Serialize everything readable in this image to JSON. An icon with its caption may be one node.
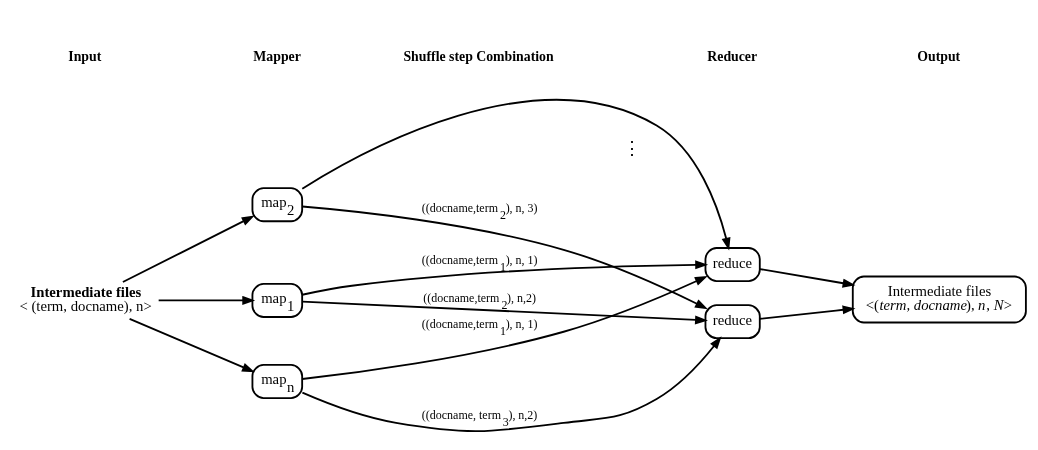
{
  "diagram": {
    "nodes": [
      {
        "text": [
          "Intermediate files",
          "< (term, docname), n>"
        ]
      },
      {
        "text": [
          "map$_{1}$"
        ]
      },
      {
        "text": [
          "map$_{2}$"
        ]
      },
      {
        "text": [
          "map$_{n}$"
        ]
      },
      {
        "text": [
          "reduce"
        ]
      },
      {
        "text": [
          "reduce"
        ]
      },
      {
        "text": [
          "Intermediate files",
          "<(*term, docname*), *n*, *N*>"
        ]
      }
    ],
    "edges": [
      {
        "from": 0,
        "to": 1,
        "arrow": "to"
      },
      {
        "from": 0,
        "to": 2,
        "arrow": "to"
      },
      {
        "from": 0,
        "to": 3,
        "arrow": "to"
      },
      {
        "from": 1,
        "to": 4,
        "arrow": "to",
        "label": "((docname,term$_{1}$), n, 1)"
      },
      {
        "from": 1,
        "to": 5,
        "arrow": "to",
        "label": "((docname,term$_{2}$), n,2)"
      },
      {
        "from": 2,
        "to": 4,
        "arrow": "to"
      },
      {
        "from": 2,
        "to": 5,
        "arrow": "to",
        "label": "((docname,term$_{2}$), n, 3)"
      },
      {
        "from": 3,
        "to": 4,
        "arrow": "to",
        "label": "((docname,term$_{1}$), n, 1)"
      },
      {
        "from": 3,
        "to": 5,
        "arrow": "to",
        "label": "((docname, term$_{3}$), n,2)"
      },
      {
        "from": 4,
        "to": 6,
        "arrow": "to"
      },
      {
        "from": 5,
        "to": 6,
        "arrow": "to"
      }
    ],
    "labels": [
      "Input",
      "Mapper",
      "Shuffle step Combination",
      "Reducer",
      "Output",
      "⋮"
    ]
  }
}
